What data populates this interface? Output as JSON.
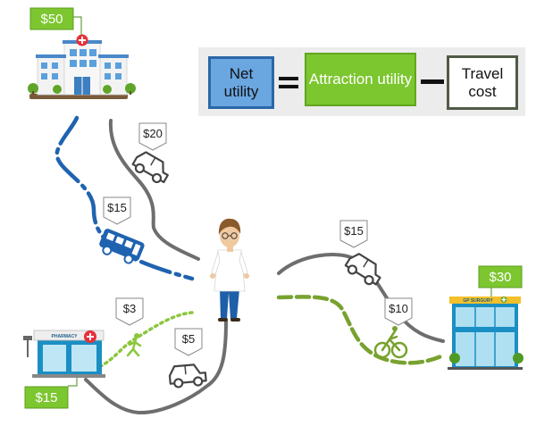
{
  "equation": {
    "net_utility": "Net utility",
    "attraction_utility": "Attraction utility",
    "travel_cost": "Travel cost"
  },
  "destinations": {
    "hospital": {
      "value": "$50"
    },
    "gp": {
      "value": "$30",
      "sign": "GP SURGURY"
    },
    "pharmacy": {
      "value": "$15",
      "sign": "PHARMACY"
    }
  },
  "travel_costs": {
    "car_hospital": "$20",
    "bus_hospital": "$15",
    "car_gp": "$15",
    "bike_gp": "$10",
    "walk_pharmacy": "$3",
    "car_pharmacy": "$5"
  },
  "colors": {
    "green": "#7cc62f",
    "blue": "#1f63b0",
    "grey": "#6e6e6e",
    "olive": "#78a22f"
  }
}
